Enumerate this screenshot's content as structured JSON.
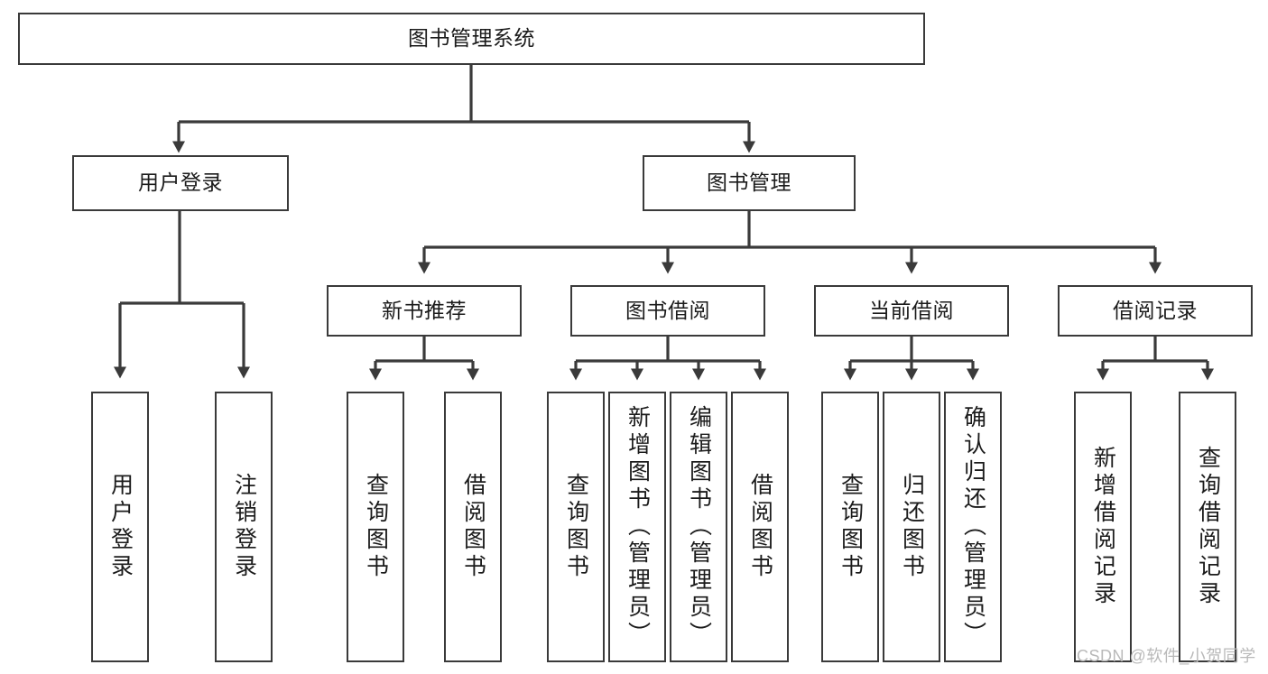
{
  "diagram": {
    "type": "tree-hierarchy-chart",
    "title": "图书管理系统",
    "orientation": "top-down",
    "background_color": "#ffffff",
    "box_border_color": "#3a3a3a",
    "connector_color": "#3a3a3a",
    "text_color": "#1b1b1b"
  },
  "watermark": {
    "text": "CSDN @软件_小贺同学",
    "color": "#b9b9b9"
  },
  "nodes": {
    "root": {
      "label": "图书管理系统"
    },
    "level2": [
      {
        "id": "user-login",
        "label": "用户登录"
      },
      {
        "id": "book-manage",
        "label": "图书管理"
      }
    ],
    "level3": [
      {
        "id": "new-book-recommend",
        "label": "新书推荐",
        "parent": "book-manage"
      },
      {
        "id": "book-borrow",
        "label": "图书借阅",
        "parent": "book-manage"
      },
      {
        "id": "current-borrow",
        "label": "当前借阅",
        "parent": "book-manage"
      },
      {
        "id": "borrow-record",
        "label": "借阅记录",
        "parent": "book-manage"
      }
    ],
    "leaves": [
      {
        "id": "leaf-user-login",
        "label": "用户登录",
        "parent": "user-login"
      },
      {
        "id": "leaf-logout-login",
        "label": "注销登录",
        "parent": "user-login"
      },
      {
        "id": "leaf-query-book-1",
        "label": "查询图书",
        "parent": "new-book-recommend"
      },
      {
        "id": "leaf-borrow-book-1",
        "label": "借阅图书",
        "parent": "new-book-recommend"
      },
      {
        "id": "leaf-query-book-2",
        "label": "查询图书",
        "parent": "book-borrow"
      },
      {
        "id": "leaf-add-book",
        "label": "新增图书（管理员）",
        "parent": "book-borrow"
      },
      {
        "id": "leaf-edit-book",
        "label": "编辑图书（管理员）",
        "parent": "book-borrow"
      },
      {
        "id": "leaf-borrow-book-2",
        "label": "借阅图书",
        "parent": "book-borrow"
      },
      {
        "id": "leaf-query-book-3",
        "label": "查询图书",
        "parent": "current-borrow"
      },
      {
        "id": "leaf-return-book",
        "label": "归还图书",
        "parent": "current-borrow"
      },
      {
        "id": "leaf-confirm-return",
        "label": "确认归还（管理员）",
        "parent": "current-borrow"
      },
      {
        "id": "leaf-add-record",
        "label": "新增借阅记录",
        "parent": "borrow-record"
      },
      {
        "id": "leaf-query-record",
        "label": "查询借阅记录",
        "parent": "borrow-record"
      }
    ]
  }
}
